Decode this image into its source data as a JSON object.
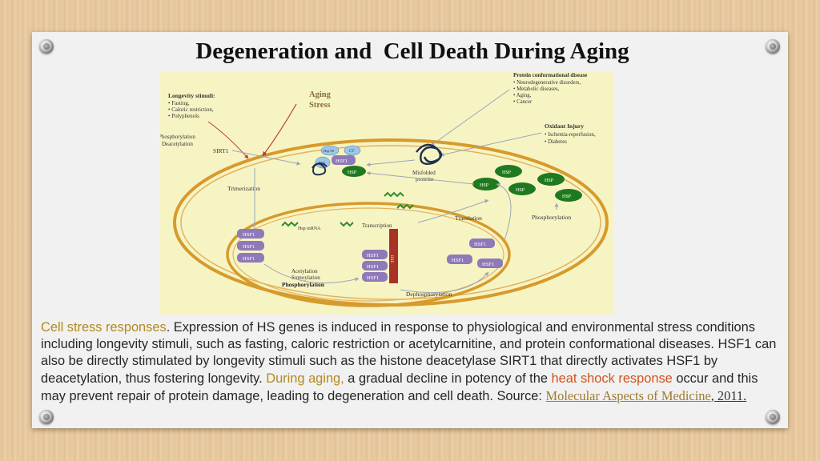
{
  "slide": {
    "title": "Degeneration and  Cell Death During Aging"
  },
  "figure": {
    "aging_stress": [
      "Aging",
      "Stress"
    ],
    "longevity_title": "Longevity stimuli:",
    "longevity_items": [
      "• Fasting,",
      "• Caloric restriction,",
      "• Polyphenols"
    ],
    "protein_title": "Protein conformational disease",
    "protein_items": [
      "• Neurodegenerative disorders,",
      "• Metabolic diseases,",
      "• Aging,",
      "• Cancer"
    ],
    "oxidant_title": "Oxidant Injury",
    "oxidant_items": [
      "• Ischemia-reperfusion,",
      "• Diabetes"
    ],
    "phos_deacet": [
      "Phosphorylation",
      "Deacetylation"
    ],
    "sirt1": "SIRT1",
    "trimerization": "Trimerization",
    "misfolded": [
      "Misfolded",
      "proteins"
    ],
    "hsp": "HSP",
    "hsf1": "HSF1",
    "translation": "Translation",
    "phosphorylation": "Phosphorylation",
    "transcription": "Transcription",
    "hsp_mrna": "Hsp mRNA",
    "dephosphorylation": "Dephosphorylation",
    "acet_sumo": [
      "Acetylation",
      "Sumoylation"
    ],
    "phosphorylation_bold": "Phosphorylation",
    "hse": "HSE",
    "small_labels": [
      "Hsp 90",
      "CT",
      "P 23"
    ]
  },
  "caption": {
    "part1": "Cell stress responses",
    "part2": ". Expression of HS genes is induced in response to physiological and environmental stress conditions including longevity stimuli, such as fasting, caloric restriction or acetylcarnitine, and protein conformational diseases. HSF1 can also be directly stimulated by longevity stimuli such as the histone deacetylase SIRT1 that directly activates HSF1 by deacetylation, thus fostering longevity. ",
    "part3": "During aging,",
    "part4": " a gradual decline in potency of the ",
    "part5": "heat shock response",
    "part6": " occur and this may prevent repair of protein damage, leading to degeneration and cell death. Source: ",
    "source_link": "Molecular Aspects of Medicine",
    "source_year": ", 2011."
  },
  "colors": {
    "accent_gold": "#b28a1c",
    "accent_red": "#d0531f",
    "hsp_green": "#1f7a1f",
    "hsf1_purple": "#8e7ab8",
    "membrane": "#d79a2c"
  }
}
